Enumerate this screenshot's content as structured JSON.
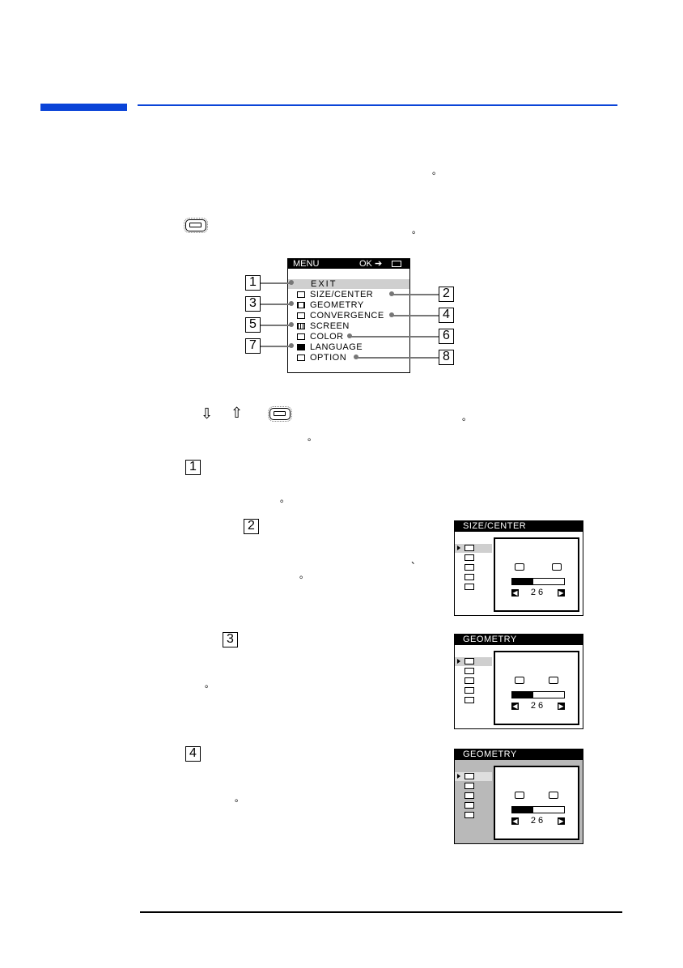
{
  "bullet": "。",
  "main_menu": {
    "title": "MENU",
    "ok_hint": "OK ➔",
    "items": [
      {
        "label": "EXIT",
        "marker": "1"
      },
      {
        "label": "SIZE/CENTER",
        "marker": "2"
      },
      {
        "label": "GEOMETRY",
        "marker": "3"
      },
      {
        "label": "CONVERGENCE",
        "marker": "4"
      },
      {
        "label": "SCREEN",
        "marker": "5"
      },
      {
        "label": "COLOR",
        "marker": "6"
      },
      {
        "label": "LANGUAGE",
        "marker": "7"
      },
      {
        "label": "OPTION",
        "marker": "8"
      }
    ]
  },
  "arrows": {
    "down": "⇩",
    "up": "⇧"
  },
  "panels": [
    {
      "title": "SIZE/CENTER",
      "value": "26",
      "level": 0.4,
      "marker": "2"
    },
    {
      "title": "GEOMETRY",
      "value": "26",
      "level": 0.4,
      "marker": "3"
    },
    {
      "title": "GEOMETRY",
      "value": "26",
      "level": 0.4,
      "marker": "4"
    }
  ],
  "step_marker": "1"
}
